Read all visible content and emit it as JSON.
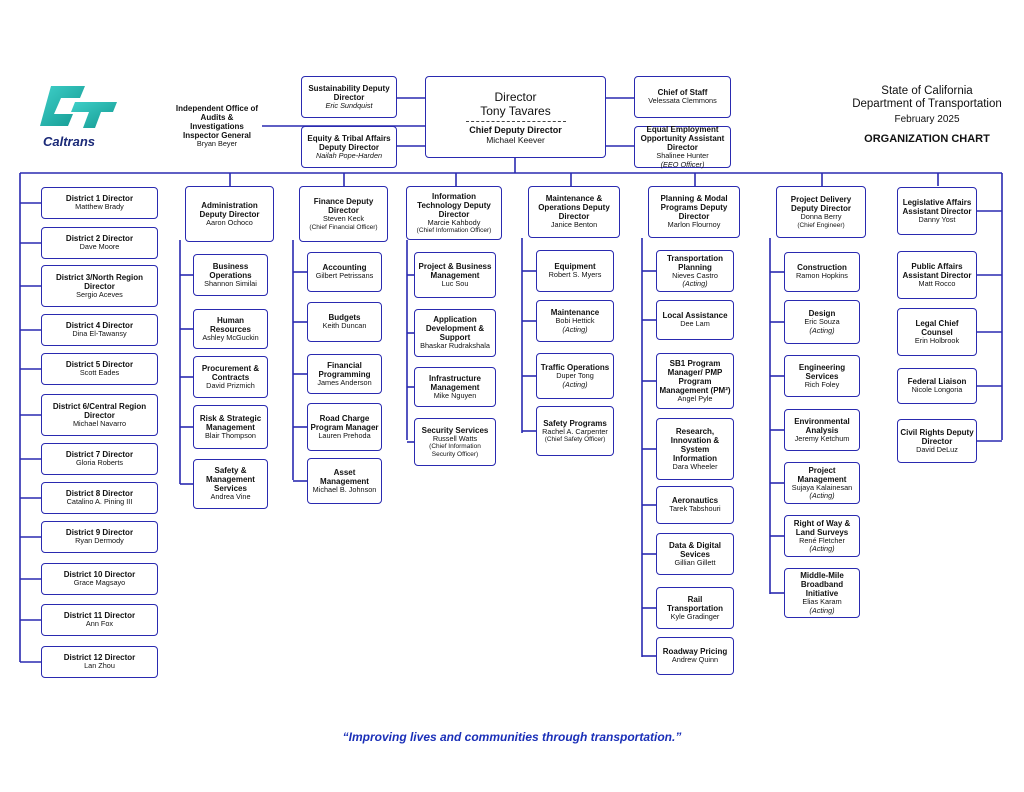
{
  "header": {
    "logo_text": "Caltrans",
    "org_line1": "State of California",
    "org_line2": "Department of Transportation",
    "date": "February 2025",
    "chart_title": "ORGANIZATION CHART"
  },
  "tagline": "“Improving lives and communities through transportation.”",
  "top": {
    "director_title": "Director",
    "director_name": "Tony Tavares",
    "chief_deputy_title": "Chief Deputy Director",
    "chief_deputy_name": "Michael Keever",
    "inspector": {
      "title": "Independent Office of Audits & Investigations Inspector General",
      "name": "Bryan Beyer"
    },
    "sustainability": {
      "title": "Sustainability Deputy Director",
      "sub": "Eric Sundquist"
    },
    "equity": {
      "title": "Equity & Tribal Affairs Deputy Director",
      "sub": "Nailah Pope-Harden"
    },
    "chief_staff": {
      "title": "Chief of Staff",
      "name": "Velessata Clemmons"
    },
    "eeo": {
      "title": "Equal Employment Opportunity Assistant Director",
      "name": "Shalinee Hunter",
      "note": "(EEO Officer)"
    }
  },
  "districts": [
    {
      "title": "District 1 Director",
      "name": "Matthew Brady"
    },
    {
      "title": "District 2 Director",
      "name": "Dave Moore"
    },
    {
      "title": "District 3/North Region Director",
      "name": "Sergio Aceves"
    },
    {
      "title": "District 4 Director",
      "name": "Dina El-Tawansy"
    },
    {
      "title": "District 5 Director",
      "name": "Scott Eades"
    },
    {
      "title": "District 6/Central Region Director",
      "name": "Michael Navarro"
    },
    {
      "title": "District 7 Director",
      "name": "Gloria Roberts"
    },
    {
      "title": "District 8 Director",
      "name": "Catalino A. Pining III"
    },
    {
      "title": "District 9 Director",
      "name": "Ryan Dermody"
    },
    {
      "title": "District 10 Director",
      "name": "Grace Magsayo"
    },
    {
      "title": "District 11 Director",
      "name": "Ann Fox"
    },
    {
      "title": "District 12 Director",
      "name": "Lan Zhou"
    }
  ],
  "administration": {
    "head": {
      "title": "Administration Deputy Director",
      "name": "Aaron Ochoco"
    },
    "units": [
      {
        "title": "Business Operations",
        "name": "Shannon Similai"
      },
      {
        "title": "Human Resources",
        "name": "Ashley McGuckin"
      },
      {
        "title": "Procurement & Contracts",
        "name": "David Prizmich"
      },
      {
        "title": "Risk & Strategic Management",
        "name": "Blair Thompson"
      },
      {
        "title": "Safety & Management Services",
        "name": "Andrea Vine"
      }
    ]
  },
  "finance": {
    "head": {
      "title": "Finance Deputy Director",
      "name": "Steven Keck",
      "note": "(Chief Financial Officer)"
    },
    "units": [
      {
        "title": "Accounting",
        "name": "Gilbert Petrissans"
      },
      {
        "title": "Budgets",
        "name": "Keith Duncan"
      },
      {
        "title": "Financial Programming",
        "name": "James Anderson"
      },
      {
        "title": "Road Charge Program Manager",
        "name": "Lauren Prehoda"
      },
      {
        "title": "Asset Management",
        "name": "Michael B. Johnson"
      }
    ]
  },
  "it": {
    "head": {
      "title": "Information Technology Deputy Director",
      "name": "Marcie Kahbody",
      "note": "(Chief Information Officer)"
    },
    "units": [
      {
        "title": "Project & Business Management",
        "name": "Luc Sou"
      },
      {
        "title": "Application Development & Support",
        "name": "Bhaskar Rudrakshala"
      },
      {
        "title": "Infrastructure Management",
        "name": "Mike Nguyen"
      },
      {
        "title": "Security Services",
        "name": "Russell Watts",
        "note": "(Chief Information Security Officer)"
      }
    ]
  },
  "maintenance": {
    "head": {
      "title": "Maintenance & Operations Deputy Director",
      "name": "Janice Benton"
    },
    "units": [
      {
        "title": "Equipment",
        "name": "Robert S. Myers"
      },
      {
        "title": "Maintenance",
        "name": "Bobi Hettick",
        "acting": "(Acting)"
      },
      {
        "title": "Traffic Operations",
        "name": "Duper Tong",
        "acting": "(Acting)"
      },
      {
        "title": "Safety Programs",
        "name": "Rachel A. Carpenter",
        "note": "(Chief Safety Officer)"
      }
    ]
  },
  "planning": {
    "head": {
      "title": "Planning & Modal Programs Deputy Director",
      "name": "Marlon Flournoy"
    },
    "units": [
      {
        "title": "Transportation Planning",
        "name": "Nieves Castro",
        "acting": "(Acting)"
      },
      {
        "title": "Local Assistance",
        "name": "Dee Lam"
      },
      {
        "title": "SB1 Program Manager/ PMP Program Management (PM²)",
        "name": "Angel Pyle"
      },
      {
        "title": "Research, Innovation & System Information",
        "name": "Dara Wheeler"
      },
      {
        "title": "Aeronautics",
        "name": "Tarek Tabshouri"
      },
      {
        "title": "Data & Digital Sevices",
        "name": "Gillian Gillett"
      },
      {
        "title": "Rail Transportation",
        "name": "Kyle Gradinger"
      },
      {
        "title": "Roadway Pricing",
        "name": "Andrew Quinn"
      }
    ]
  },
  "project_delivery": {
    "head": {
      "title": "Project Delivery Deputy Director",
      "name": "Donna Berry",
      "note": "(Chief Engineer)"
    },
    "units": [
      {
        "title": "Construction",
        "name": "Ramon Hopkins"
      },
      {
        "title": "Design",
        "name": "Eric Souza",
        "acting": "(Acting)"
      },
      {
        "title": "Engineering Services",
        "name": "Rich Foley"
      },
      {
        "title": "Environmental Analysis",
        "name": "Jeremy Ketchum"
      },
      {
        "title": "Project Management",
        "name": "Sujaya Kalainesan",
        "acting": "(Acting)"
      },
      {
        "title": "Right of Way & Land Surveys",
        "name": "René Fletcher",
        "acting": "(Acting)"
      },
      {
        "title": "Middle-Mile Broadband Initiative",
        "name": "Elias Karam",
        "acting": "(Acting)"
      }
    ]
  },
  "right_column": [
    {
      "title": "Legislative Affairs Assistant Director",
      "name": "Danny Yost"
    },
    {
      "title": "Public Affairs Assistant Director",
      "name": "Matt Rocco"
    },
    {
      "title": "Legal Chief Counsel",
      "name": "Erin Holbrook"
    },
    {
      "title": "Federal Liaison",
      "name": "Nicole Longoria"
    },
    {
      "title": "Civil Rights Deputy Director",
      "name": "David DeLuz"
    }
  ]
}
